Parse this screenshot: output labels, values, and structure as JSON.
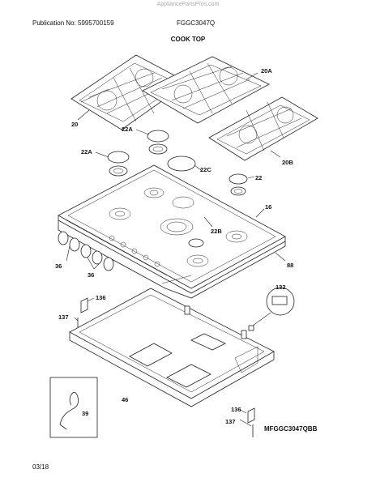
{
  "watermark": "AppliancePartsPros.com",
  "header": {
    "publication": "Publication No: 5995700159",
    "model": "FGGC3047Q"
  },
  "section_title": "COOK TOP",
  "figure_code": "MFGGC3047QBB",
  "page_number": "03/18",
  "callouts": {
    "c20": "20",
    "c20A": "20A",
    "c20B": "20B",
    "c22A_1": "22A",
    "c22A_2": "22A",
    "c22C": "22C",
    "c22": "22",
    "c16": "16",
    "c22B": "22B",
    "c36_1": "36",
    "c36_2": "36",
    "c88": "88",
    "c132": "132",
    "c136_1": "136",
    "c137_1": "137",
    "c46": "46",
    "c39": "39",
    "c136_2": "136",
    "c137_2": "137"
  }
}
